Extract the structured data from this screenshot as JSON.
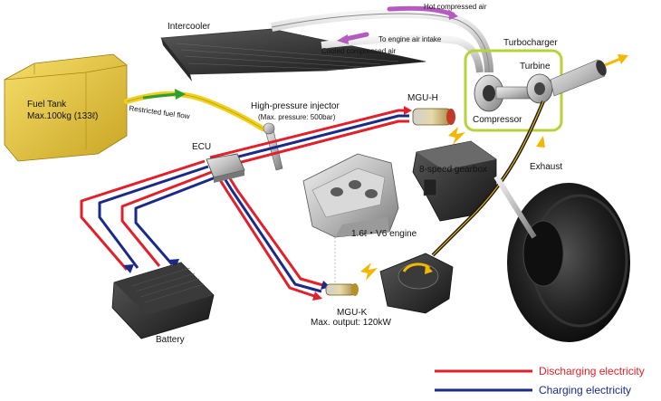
{
  "labels": {
    "intercooler": "Intercooler",
    "hot_air": "Hot compressed air",
    "to_intake": "To engine air intake",
    "cooled_air": "Cooled compressed air",
    "turbocharger": "Turbocharger",
    "turbine": "Turbine",
    "compressor": "Compressor",
    "fuel_tank": "Fuel Tank",
    "fuel_tank_capacity": "Max.100kg (133ℓ)",
    "restricted_flow": "Restricted fuel flow",
    "injector": "High-pressure injector",
    "injector_pressure": "(Max. pressure: 500bar)",
    "mguh": "MGU-H",
    "ecu": "ECU",
    "gearbox": "8-speed gearbox",
    "exhaust": "Exhaust",
    "engine": "1.6ℓ・V6 engine",
    "mguk": "MGU-K",
    "mguk_output": "Max. output: 120kW",
    "battery": "Battery"
  },
  "legend": [
    {
      "label": "Discharging electricity",
      "color": "#e0202a"
    },
    {
      "label": "Charging electricity",
      "color": "#1a2a8a"
    }
  ],
  "colors": {
    "discharge": "#e0202a",
    "charge": "#1a2a8a",
    "fuel_tank": "#e8c93a",
    "turbo_highlight": "#b6d33a",
    "arrow_yellow": "#f2b800",
    "arrow_purple": "#b55bc0",
    "fuel_line": "#f0d020",
    "fuel_flow_arrow": "#2aa032"
  }
}
